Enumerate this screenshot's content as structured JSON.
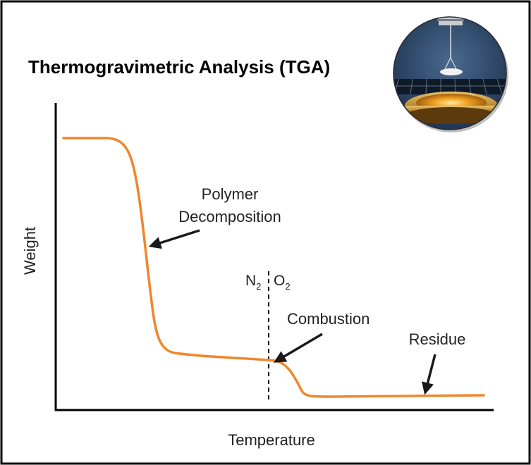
{
  "title": "Thermogravimetric Analysis (TGA)",
  "axes": {
    "x_label": "Temperature",
    "y_label": "Weight"
  },
  "annotations": {
    "polymer_line1": "Polymer",
    "polymer_line2": "Decomposition",
    "combustion": "Combustion",
    "residue": "Residue"
  },
  "atmosphere": {
    "left_symbol": "N",
    "left_sub": "2",
    "right_symbol": "O",
    "right_sub": "2"
  },
  "colors": {
    "curve": "#f0862b",
    "frame": "#000000",
    "arrow": "#1a1a1a"
  },
  "illustration": {
    "icon": "tga-furnace-photo-icon"
  }
}
